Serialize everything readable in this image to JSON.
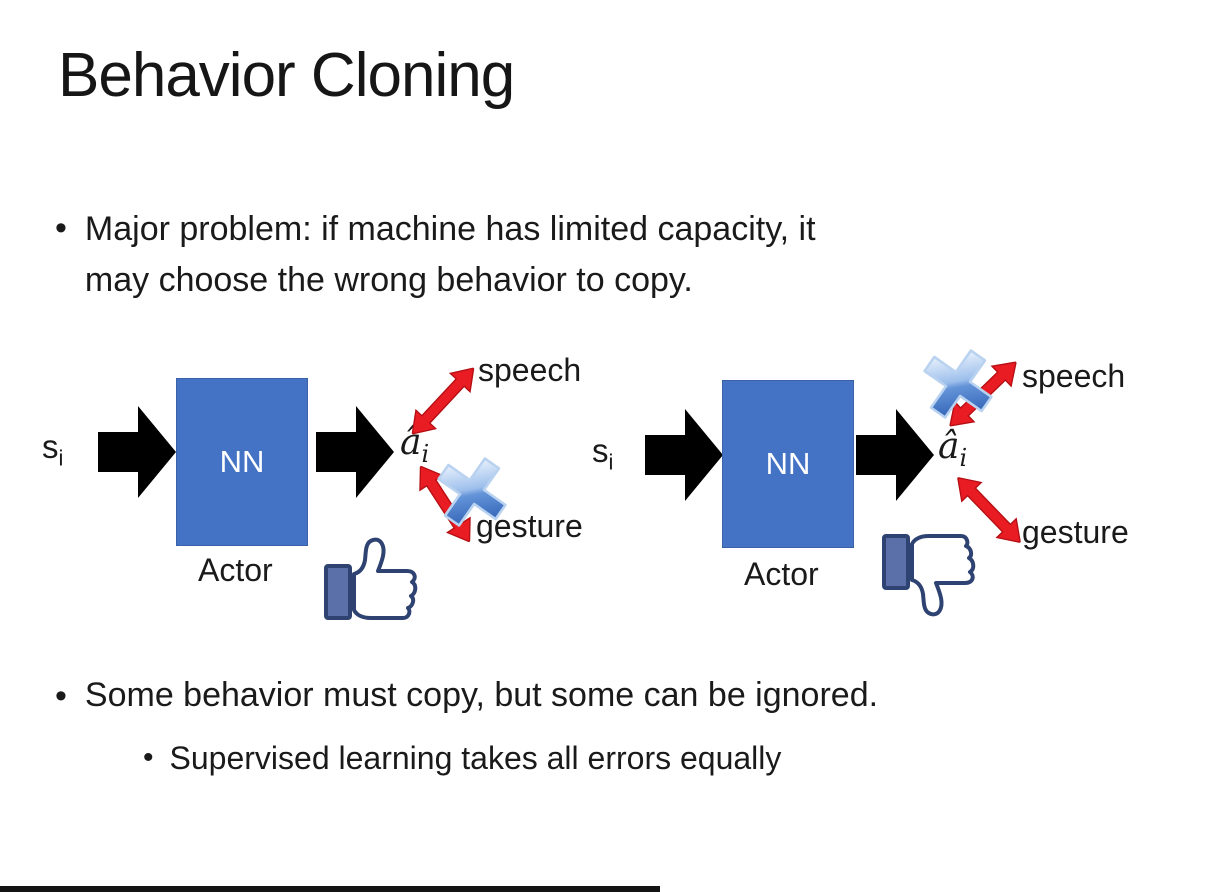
{
  "title": "Behavior Cloning",
  "bullets": {
    "b1_marker": "•",
    "b1_line1": "Major problem: if machine has limited capacity, it",
    "b1_line2": "may choose the wrong behavior to copy.",
    "b2_marker": "•",
    "b2_text": "Some behavior must copy, but some can be ignored.",
    "b3_marker": "•",
    "b3_text": "Supervised learning takes all errors equally"
  },
  "diagram": {
    "state_base": "s",
    "state_sub": "i",
    "nn_label": "NN",
    "actor_label": "Actor",
    "action_base": "â",
    "action_sub": "i",
    "speech_label": "speech",
    "gesture_label": "gesture",
    "left": {
      "feedback_icon": "thumbs-up",
      "crossed_out_action": "gesture"
    },
    "right": {
      "feedback_icon": "thumbs-down",
      "crossed_out_action": "speech"
    }
  },
  "colors": {
    "background": "#ffffff",
    "text": "#1a1a1a",
    "nn_box_blue": "#4472c4",
    "block_arrow_black": "#000000",
    "double_arrow_red": "#e91c23",
    "cross_blue_light": "#e8f1fc",
    "cross_blue_dark": "#3566b8",
    "thumb_outline_navy": "#2e4372",
    "thumb_cuff_blue": "#5b6fa8"
  }
}
